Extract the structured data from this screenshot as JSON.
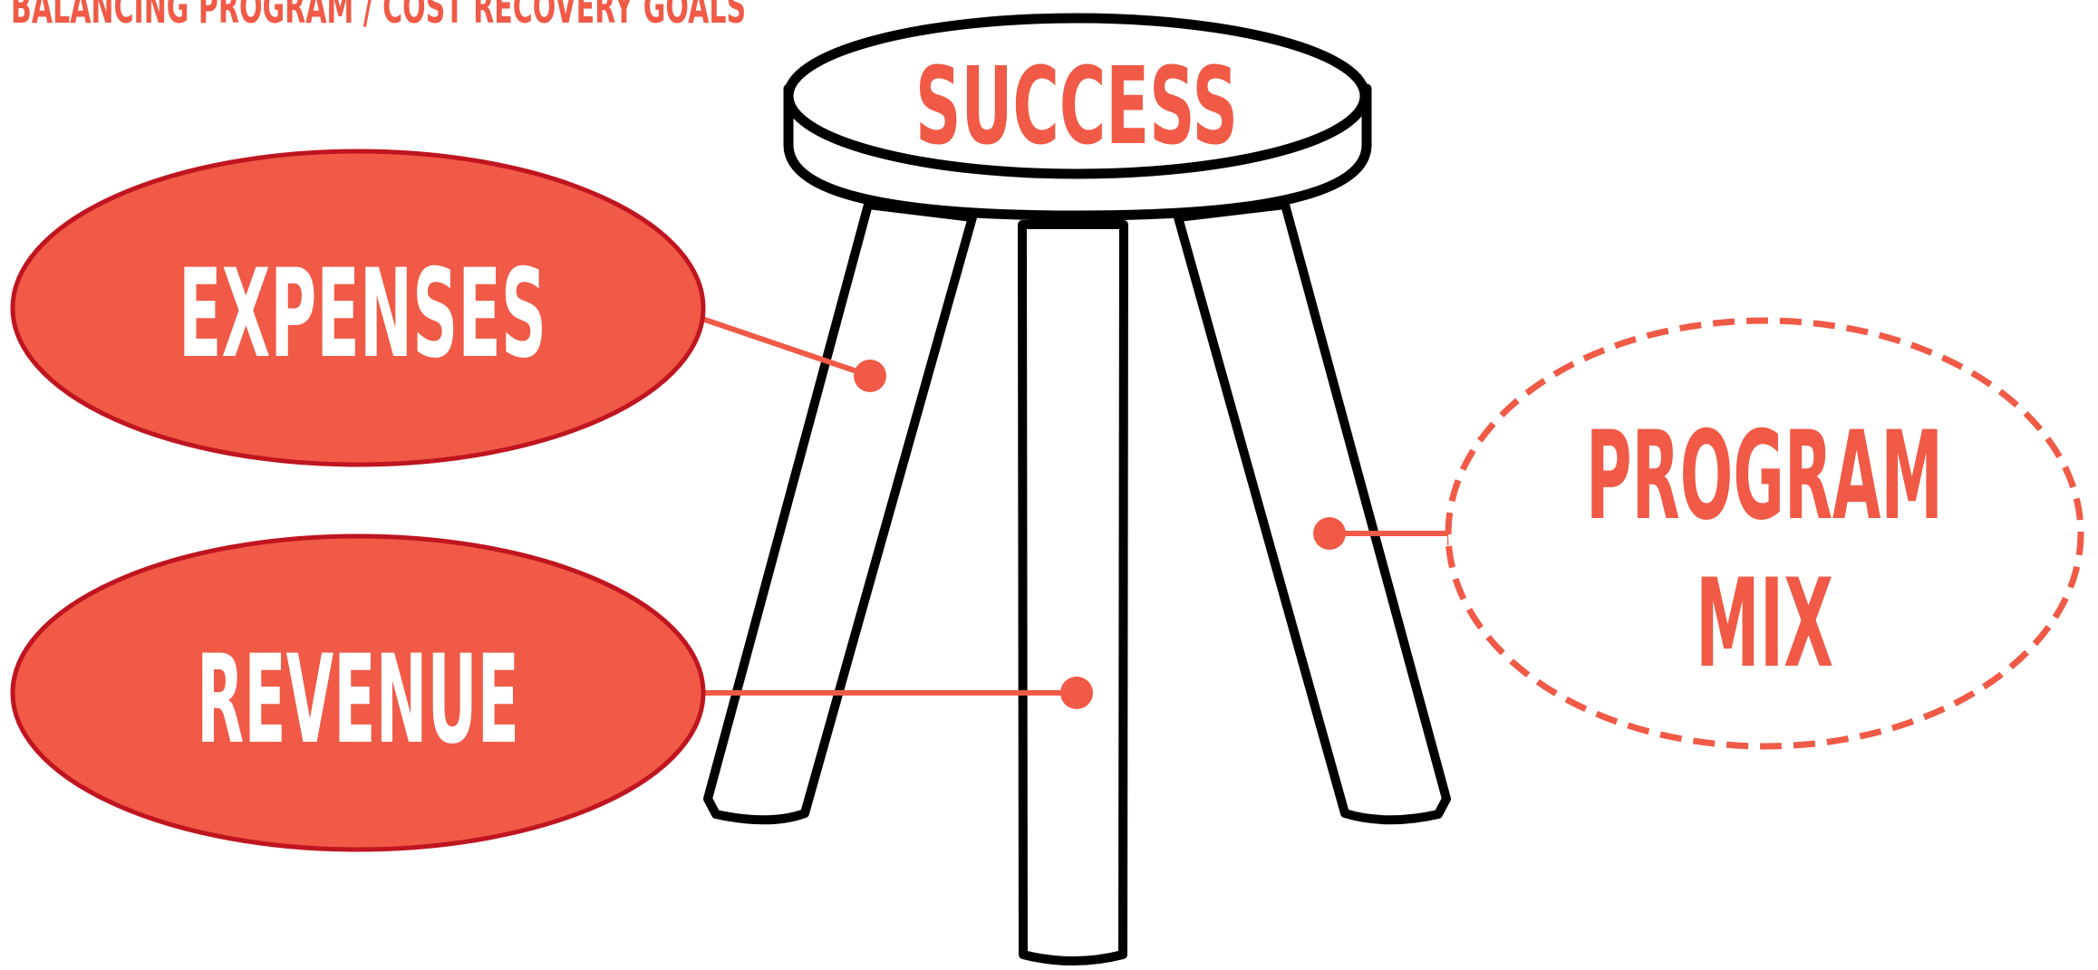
{
  "title": "BALANCING PROGRAM / COST RECOVERY GOALS",
  "stool": {
    "seat_label": "SUCCESS"
  },
  "bubbles": {
    "expenses": "EXPENSES",
    "revenue": "REVENUE",
    "program_mix_line1": "PROGRAM",
    "program_mix_line2": "MIX"
  },
  "colors": {
    "accent": "#F05A46",
    "accent_border": "#C0151F",
    "outline": "#000000",
    "background": "#FFFFFF",
    "bubble_text": "#FFFFFF"
  }
}
